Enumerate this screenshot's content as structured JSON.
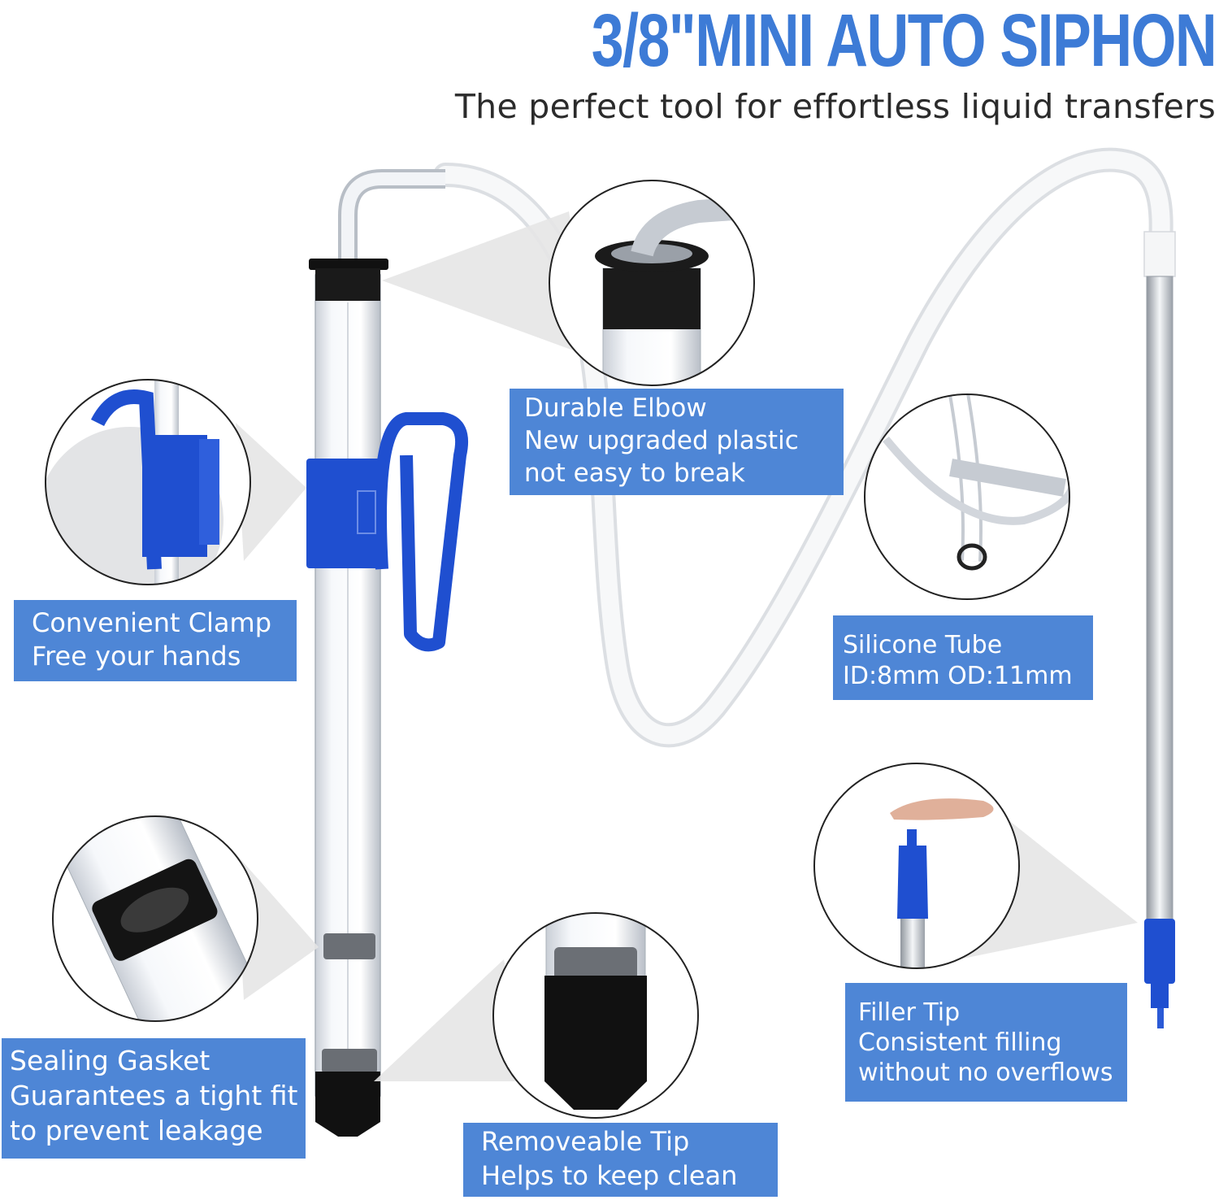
{
  "title": "3/8\"MINI AUTO SIPHON",
  "subtitle": "The perfect tool for effortless liquid transfers",
  "colors": {
    "title_blue": "#3d7bd6",
    "label_bg": "#4e86d6",
    "clamp_blue": "#1f4fd0",
    "label_text": "#ffffff"
  },
  "callouts": {
    "elbow": {
      "heading": "Durable Elbow",
      "lines": [
        "New upgraded plastic",
        "not easy to break"
      ]
    },
    "clamp": {
      "heading": "Convenient Clamp",
      "lines": [
        "Free your hands"
      ]
    },
    "tube": {
      "heading": "Silicone Tube",
      "lines": [
        "ID:8mm OD:11mm"
      ]
    },
    "gasket": {
      "heading": "Sealing Gasket",
      "lines": [
        "Guarantees a tight fit",
        "to prevent leakage"
      ]
    },
    "tip": {
      "heading": "Removeable Tip",
      "lines": [
        "Helps to keep clean"
      ]
    },
    "filler": {
      "heading": "Filler Tip",
      "lines": [
        "Consistent filling",
        "without no overflows"
      ]
    }
  }
}
